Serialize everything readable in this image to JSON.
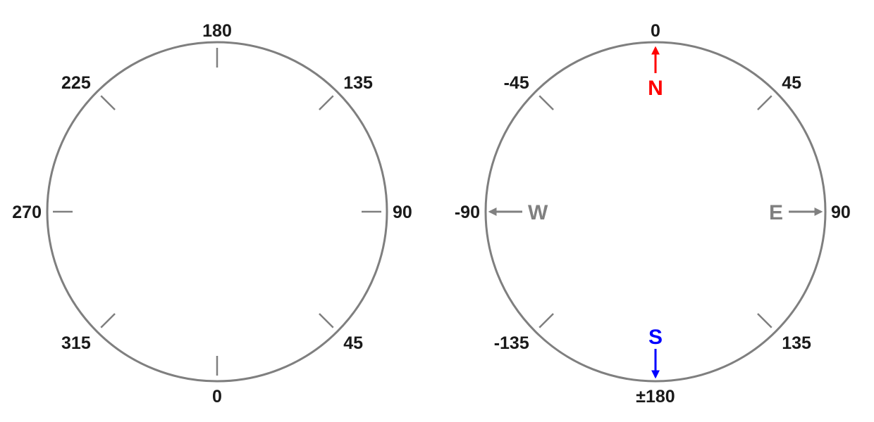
{
  "colors": {
    "ring": "#7f7f7f",
    "label": "#1a1a1a",
    "north": "#ff0000",
    "south": "#0000ff",
    "east": "#808080",
    "west": "#808080"
  },
  "dials": [
    {
      "id": "left",
      "labels": [
        {
          "dir": "top",
          "text": "180"
        },
        {
          "dir": "top-right",
          "text": "135"
        },
        {
          "dir": "right",
          "text": "90"
        },
        {
          "dir": "bottom-right",
          "text": "45"
        },
        {
          "dir": "bottom",
          "text": "0"
        },
        {
          "dir": "bottom-left",
          "text": "315"
        },
        {
          "dir": "left",
          "text": "270"
        },
        {
          "dir": "top-left",
          "text": "225"
        }
      ],
      "directions": []
    },
    {
      "id": "right",
      "labels": [
        {
          "dir": "top",
          "text": "0"
        },
        {
          "dir": "top-right",
          "text": "45"
        },
        {
          "dir": "right",
          "text": "90"
        },
        {
          "dir": "bottom-right",
          "text": "135"
        },
        {
          "dir": "bottom",
          "text": "±180"
        },
        {
          "dir": "bottom-left",
          "text": "-135"
        },
        {
          "dir": "left",
          "text": "-90"
        },
        {
          "dir": "top-left",
          "text": "-45"
        }
      ],
      "directions": [
        {
          "dir": "top",
          "letter": "N",
          "color_key": "north",
          "icon": "arrow-up-icon"
        },
        {
          "dir": "right",
          "letter": "E",
          "color_key": "east",
          "icon": "arrow-right-icon"
        },
        {
          "dir": "bottom",
          "letter": "S",
          "color_key": "south",
          "icon": "arrow-down-icon"
        },
        {
          "dir": "left",
          "letter": "W",
          "color_key": "west",
          "icon": "arrow-left-icon"
        }
      ]
    }
  ]
}
